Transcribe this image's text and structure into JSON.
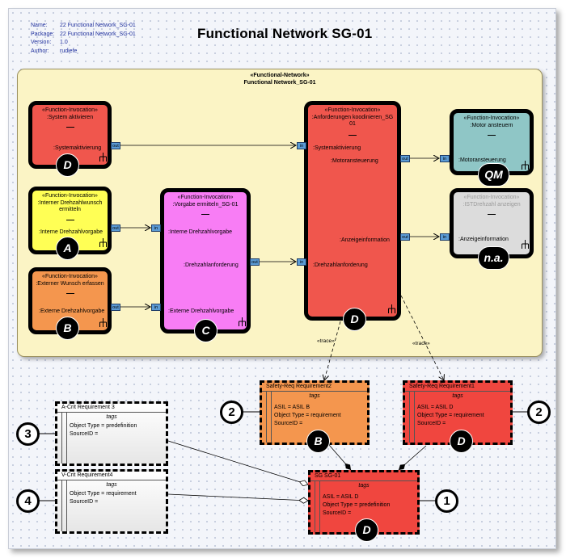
{
  "meta": {
    "name_label": "Name:",
    "name_value": "22 Functional Network_SG-01",
    "package_label": "Package:",
    "package_value": "22 Functional Network_SG-01",
    "version_label": "Version:",
    "version_value": "1.0",
    "author_label": "Author:",
    "author_value": "rudiefe"
  },
  "title": "Functional Network SG-01",
  "frame": {
    "stereotype": "«Functional-Network»",
    "name": "Functional Network_SG-01"
  },
  "blocks": {
    "system_aktivieren": {
      "stereo": "«Function-Invocation»",
      "name": ":System aktivieren",
      "port_label": ":Systemaktivierung",
      "port": "out",
      "asil": "D",
      "color": "#f0564d"
    },
    "interner_wunsch": {
      "stereo": "«Function-Invocation»",
      "name1": ":Interner Drehzahlwunsch",
      "name2": "ermitteln",
      "port_label": ":Interne Drehzahlvorgabe",
      "port": "out",
      "asil": "A",
      "color": "#ffff55"
    },
    "externer_wunsch": {
      "stereo": "«Function-Invocation»",
      "name": ":Externer Wunsch erfassen",
      "port_label": ":Externe Drehzahlvorgabe",
      "port": "out",
      "asil": "B",
      "color": "#f4964e"
    },
    "vorgabe": {
      "stereo": "«Function-Invocation»",
      "name": ":Vorgabe ermitteln_SG-01",
      "in1_label": ":Interne Drehzahlvorgabe",
      "in2_label": ":Externe Drehzahlvorgabe",
      "out_label": ":Drehzahlanforderung",
      "port_in": "in",
      "port_out": "out",
      "asil": "C",
      "color": "#f87df5"
    },
    "koordinieren": {
      "stereo": "«Function-Invocation»",
      "name1": ":Anforderungen koodinieren_SG",
      "name2": "01",
      "in1_label": ":Systemaktivierung",
      "in2_label": ":Drehzahlanforderung",
      "out1_label": ":Motoransteuerung",
      "out2_label": ":Anzeigeinformation",
      "port_in": "in",
      "port_out": "out",
      "asil": "D",
      "color": "#f0564d"
    },
    "motor": {
      "stereo": "«Function-Invocation»",
      "name": ":Motor ansteuern",
      "port_label": ":Motoransteuerung",
      "port": "in",
      "asil": "QM",
      "color": "#8fc6c6"
    },
    "anzeige": {
      "stereo": "«Function-Invocation»",
      "name": ":ISTDrehzahl anzeigen",
      "port_label": ":Anzeigeinformation",
      "port": "in",
      "asil": "n.a.",
      "color": "#dcdcdc"
    }
  },
  "trace_label": "«trace»",
  "requirements": {
    "req2": {
      "title": "Safety-Req Requirement2",
      "tags": "tags",
      "asil": "ASIL = ASIL B",
      "type": "Object Type = requirement",
      "source": "SourceID =",
      "badge": "B",
      "num": "2",
      "color": "#f4964e"
    },
    "req1": {
      "title": "Safety-Req Requirement1",
      "tags": "tags",
      "asil": "ASIL = ASIL D",
      "type": "Object Type = requirement",
      "source": "SourceID =",
      "badge": "D",
      "num": "2",
      "color": "#f0463f"
    },
    "req3": {
      "title": "A-Crit Requirement 3",
      "tags": "tags",
      "type": "Object Type = predefinition",
      "source": "SourceID =",
      "num": "3",
      "color": "#f2f2f2"
    },
    "req4": {
      "title": "V-Crit Requirement4",
      "tags": "tags",
      "type": "Object Type = requirement",
      "source": "SourceID =",
      "num": "4",
      "color": "#f2f2f2"
    },
    "sg": {
      "title": "SG SG-01",
      "tags": "tags",
      "asil": "ASIL = ASIL D",
      "type": "Object Type = predefinition",
      "source": "SourceID =",
      "badge": "D",
      "num": "1",
      "color": "#f0463f"
    }
  }
}
